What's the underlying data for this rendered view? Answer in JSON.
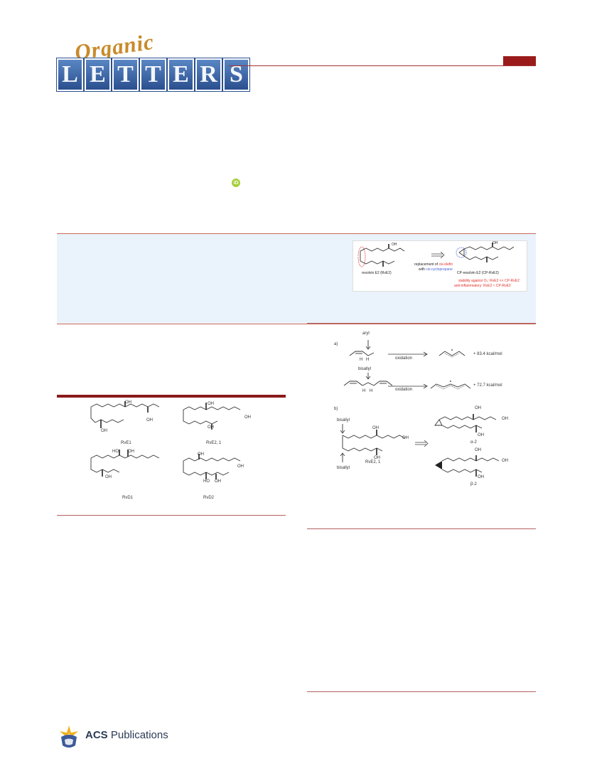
{
  "journal": {
    "logo_script": "Organic",
    "logo_letters": [
      "L",
      "E",
      "T",
      "T",
      "E",
      "R",
      "S"
    ]
  },
  "orcid_label": "iD",
  "toc_graphic": {
    "left_label": "resolvin E2 (RvE2)",
    "middle_line1_prefix": "replacement of ",
    "middle_line1_highlight": "cis-olefin",
    "middle_line2_prefix": "with ",
    "middle_line2_highlight": "cis-cyclopropane",
    "right_label": "CP-resolvin E2 (CP-RvE2)",
    "stability": "stability against O₂: RvE2 << CP-RvE2",
    "antiinflammatory": "anti-inflammatory: RvE2 ≈ CP-RvE2",
    "oh": "OH"
  },
  "figure1": {
    "compounds": [
      "RvE1",
      "RvE2, 1",
      "RvD1",
      "RvD2"
    ],
    "oh": "OH",
    "ho": "HO"
  },
  "scheme1": {
    "panel_a": "a)",
    "panel_b": "b)",
    "allyl": "aryl",
    "bisallyl": "bisallyl",
    "h": "H",
    "oxidation": "oxidation",
    "energy1": "+ 83.4 kcal/mol",
    "energy2": "+ 72.7 kcal/mol",
    "bisallyl_top": "bisallyl",
    "bisallyl_bottom": "bisallyl",
    "rve2_label": "RvE2, 1",
    "alpha_label": "α-2",
    "beta_label": "β-2",
    "oh": "OH"
  },
  "footer": {
    "acs": "ACS",
    "publications": "Publications"
  },
  "colors": {
    "accent_red": "#9b1b1b",
    "band_blue": "#eaf3fb",
    "logo_blue": "#2a4f8f",
    "logo_gold": "#c88a2a"
  }
}
